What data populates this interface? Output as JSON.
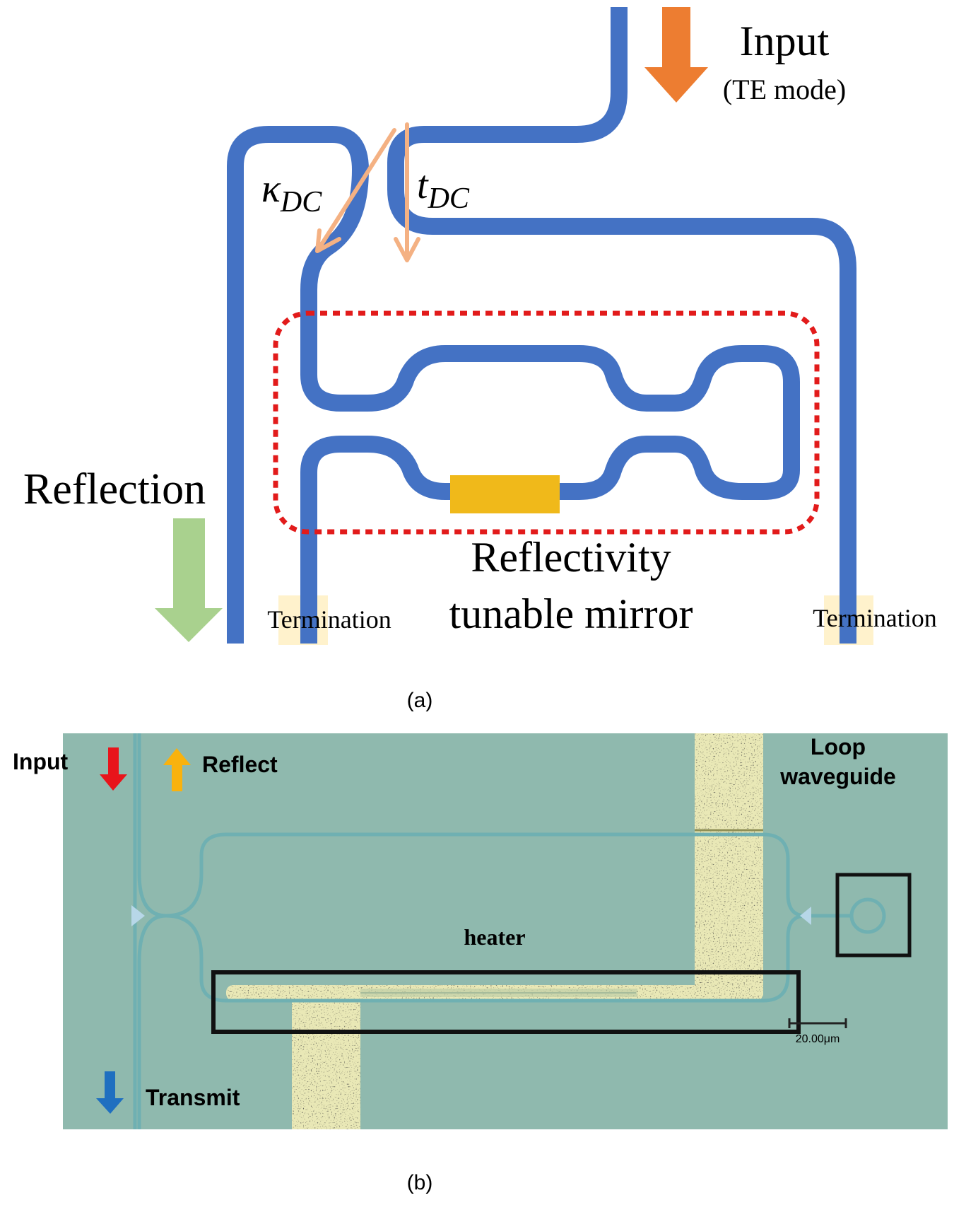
{
  "panel_a": {
    "caption": "(a)",
    "input_label": "Input",
    "input_mode": "(TE mode)",
    "kappa_symbol": "κ",
    "kappa_sub": "DC",
    "t_symbol": "t",
    "t_sub": "DC",
    "reflection_label": "Reflection",
    "mirror_label_line1": "Reflectivity",
    "mirror_label_line2": "tunable mirror",
    "termination_left": "Termination",
    "termination_right": "Termination",
    "colors": {
      "waveguide": "#4472c4",
      "input_arrow": "#ed7d31",
      "coupling_arrows": "#f4b183",
      "reflection_arrow": "#a9d18e",
      "heater": "#f0b91a",
      "mirror_box": "#e21b1b",
      "termination": "#fff2cc"
    }
  },
  "panel_b": {
    "caption": "(b)",
    "input_label": "Input",
    "reflect_label": "Reflect",
    "loop_label_line1": "Loop",
    "loop_label_line2": "waveguide",
    "heater_label": "heater",
    "transmit_label": "Transmit",
    "scale_label": "20.00μm",
    "colors": {
      "background": "#8fb9ae",
      "waveguide": "#6fb0b2",
      "metal_pad": "#e9e8b6",
      "input_arrow": "#e8141b",
      "reflect_arrow": "#f9b20e",
      "transmit_arrow": "#1f6fc0"
    }
  }
}
